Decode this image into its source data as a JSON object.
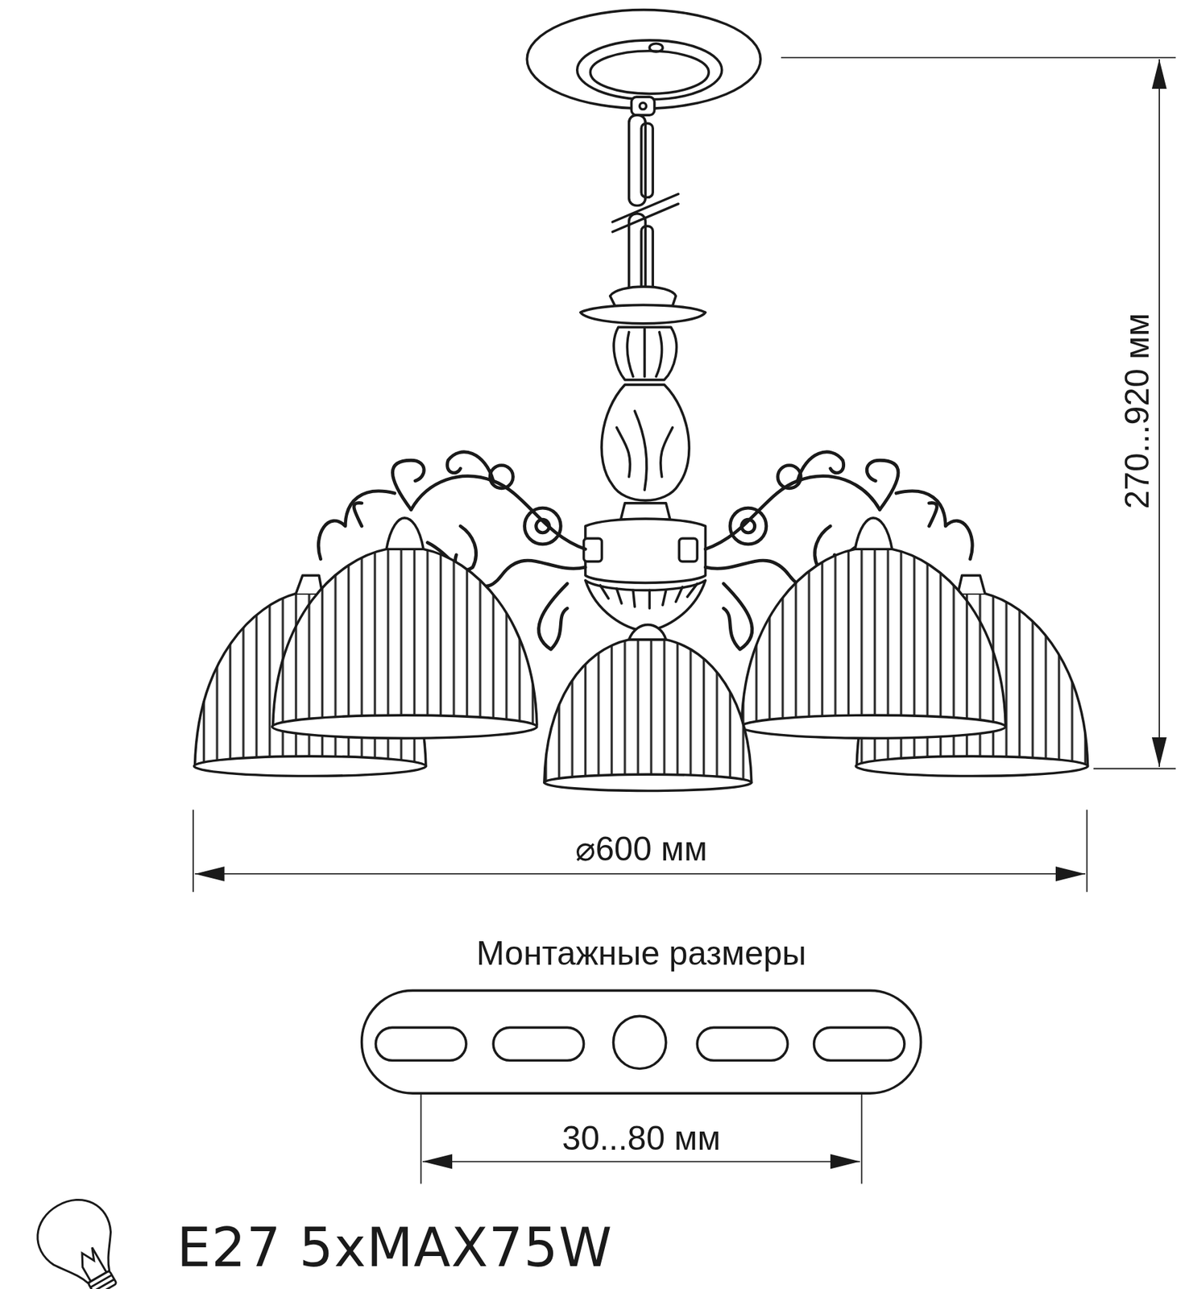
{
  "diagram": {
    "labels": [
      "270...920 мм",
      "⌀600 мм",
      "Монтажные размеры",
      "30...80 мм",
      "E27 5xMAX75W"
    ]
  }
}
